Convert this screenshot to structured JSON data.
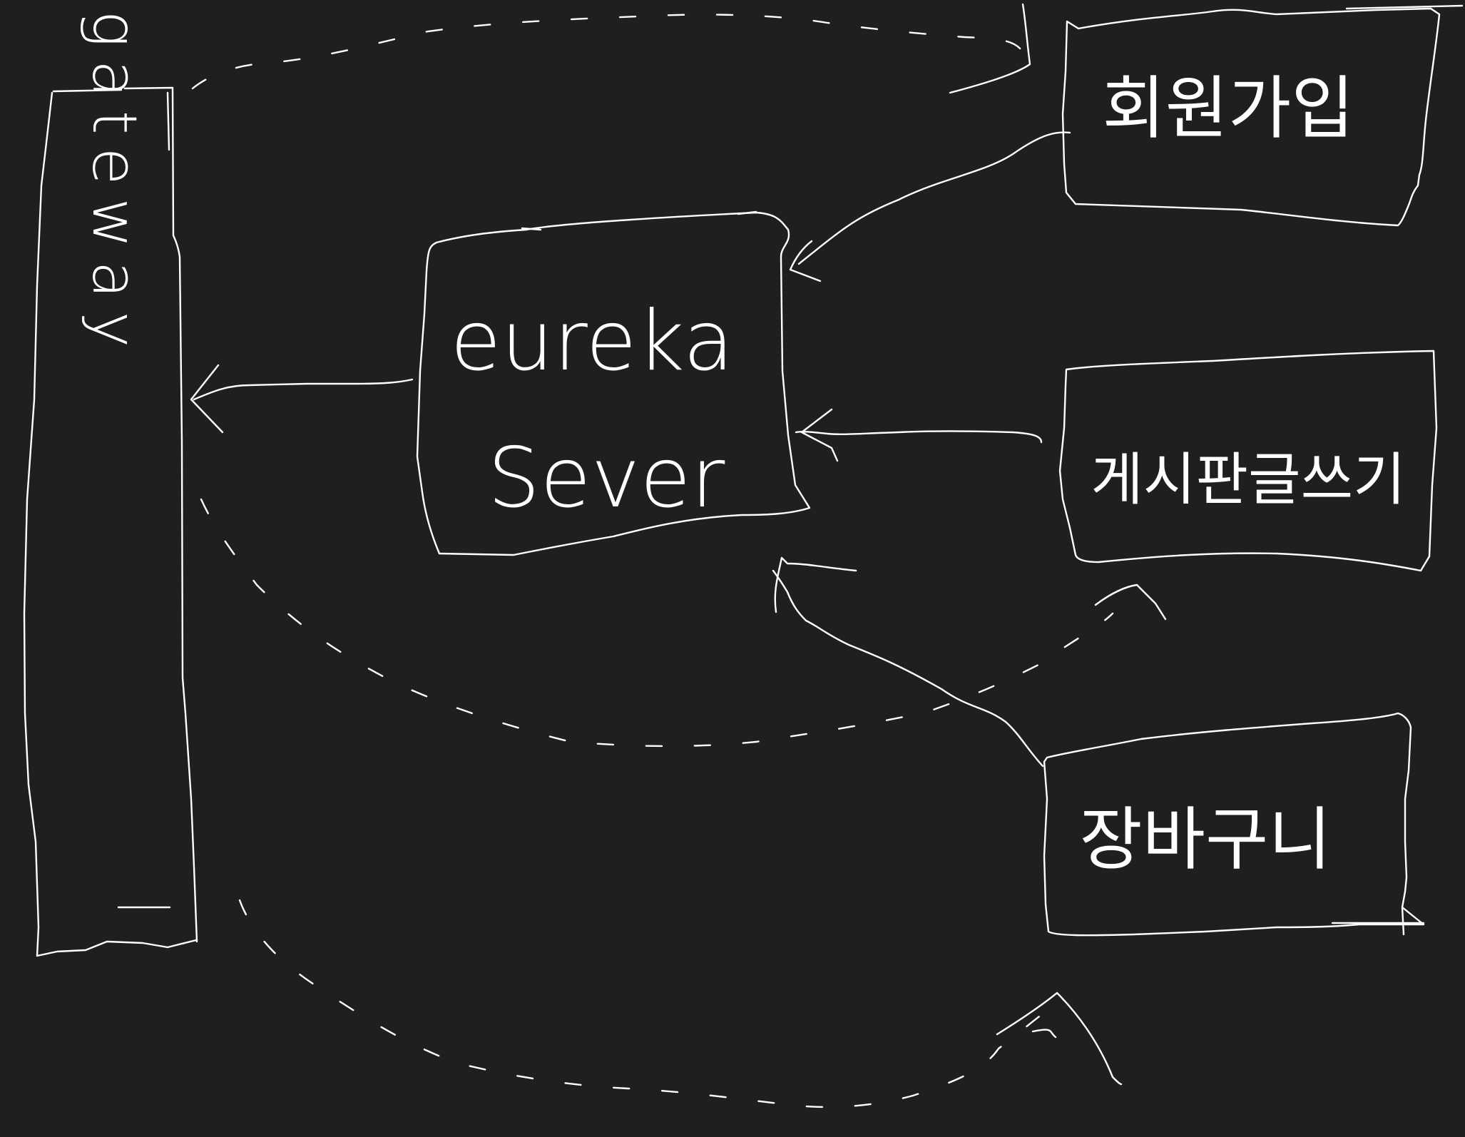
{
  "diagram": {
    "background": "#1f1f1f",
    "stroke_color": "#ffffff",
    "nodes": {
      "gateway": {
        "label": "gateway"
      },
      "eureka": {
        "line1": "eureka",
        "line2": "Sever"
      },
      "signup": {
        "label": "회원가입"
      },
      "board": {
        "label": "게시판글쓰기"
      },
      "cart": {
        "label": "장바구니"
      }
    },
    "edges": [
      {
        "from": "signup",
        "to": "eureka",
        "style": "solid"
      },
      {
        "from": "board",
        "to": "eureka",
        "style": "solid"
      },
      {
        "from": "cart",
        "to": "eureka",
        "style": "solid"
      },
      {
        "from": "eureka",
        "to": "gateway",
        "style": "solid"
      },
      {
        "from": "gateway",
        "to": "signup",
        "style": "dashed"
      },
      {
        "from": "gateway",
        "to": "board",
        "style": "dashed"
      },
      {
        "from": "gateway",
        "to": "cart",
        "style": "dashed"
      }
    ]
  }
}
